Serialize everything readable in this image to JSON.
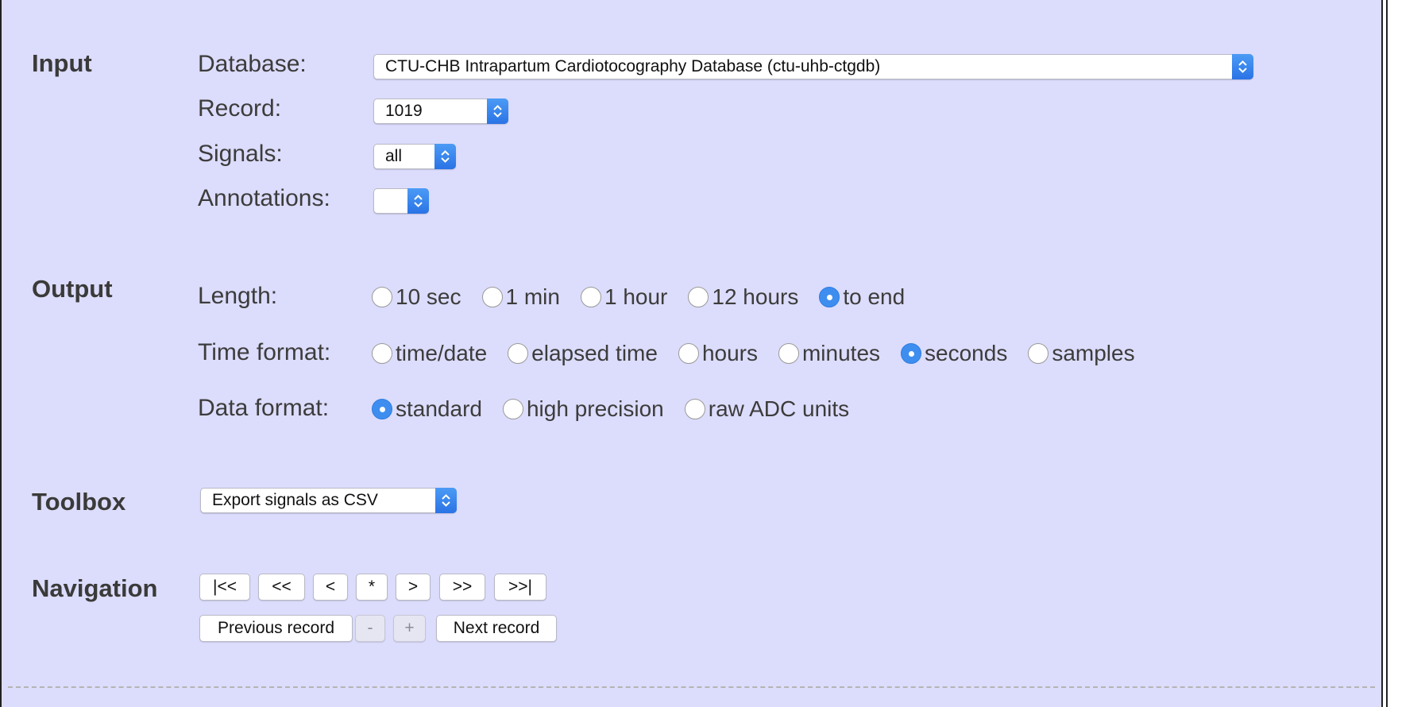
{
  "input": {
    "title": "Input",
    "database_label": "Database:",
    "database_value": "CTU-CHB Intrapartum Cardiotocography Database (ctu-uhb-ctgdb)",
    "record_label": "Record:",
    "record_value": "1019",
    "signals_label": "Signals:",
    "signals_value": "all",
    "annotations_label": "Annotations:",
    "annotations_value": ""
  },
  "output": {
    "title": "Output",
    "length_label": "Length:",
    "length_options": [
      "10 sec",
      "1 min",
      "1 hour",
      "12 hours",
      "to end"
    ],
    "length_selected": "to end",
    "time_format_label": "Time format:",
    "time_format_options": [
      "time/date",
      "elapsed time",
      "hours",
      "minutes",
      "seconds",
      "samples"
    ],
    "time_format_selected": "seconds",
    "data_format_label": "Data format:",
    "data_format_options": [
      "standard",
      "high precision",
      "raw ADC units"
    ],
    "data_format_selected": "standard"
  },
  "toolbox": {
    "title": "Toolbox",
    "selected": "Export signals as CSV"
  },
  "navigation": {
    "title": "Navigation",
    "buttons": [
      "|<<",
      "<<",
      "<",
      "*",
      ">",
      ">>",
      ">>|"
    ],
    "previous_record": "Previous record",
    "minus": "-",
    "plus": "+",
    "next_record": "Next record"
  },
  "colors": {
    "panel_bg": "#dcdcfc",
    "accent": "#3e8ef0"
  }
}
